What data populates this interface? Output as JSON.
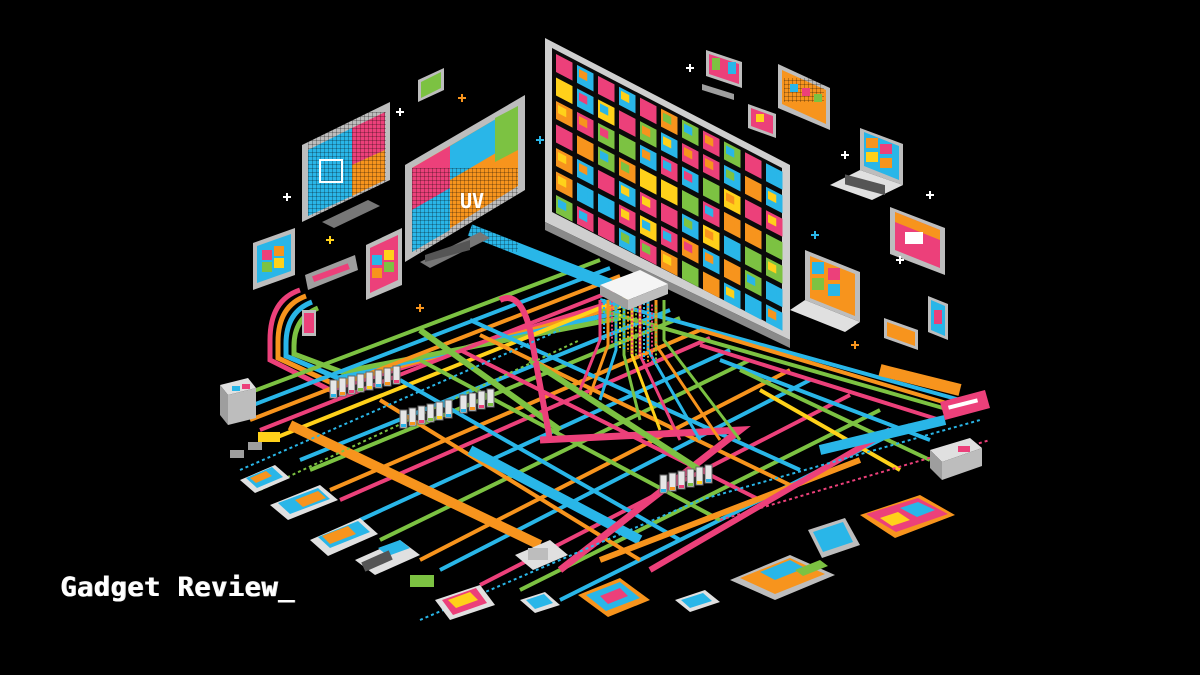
{
  "image": {
    "description": "Isometric pixel-art illustration of interconnected gadgets: monitors, laptops, tablets, phones and routers linked by colorful cables on a black background",
    "background_color": "#000000",
    "palette": {
      "cyan": "#29b6e8",
      "orange": "#f7941d",
      "pink": "#ec407a",
      "green": "#7cc242",
      "yellow": "#ffd11a",
      "silver": "#c8c8c8",
      "dark_grey": "#3a3a3a"
    }
  },
  "watermark": {
    "text": "Gadget Review_",
    "color": "#ffffff"
  },
  "scene": {
    "big_monitor_label": "large video wall monitor",
    "left_monitor_glyph": "UV",
    "devices": [
      "large tiled monitor",
      "desktop monitor with orange screen",
      "small desktop monitor cyan/pink",
      "floating laptop",
      "pink tablet display",
      "smartphones row",
      "tablets",
      "network switches",
      "router boxes"
    ]
  }
}
